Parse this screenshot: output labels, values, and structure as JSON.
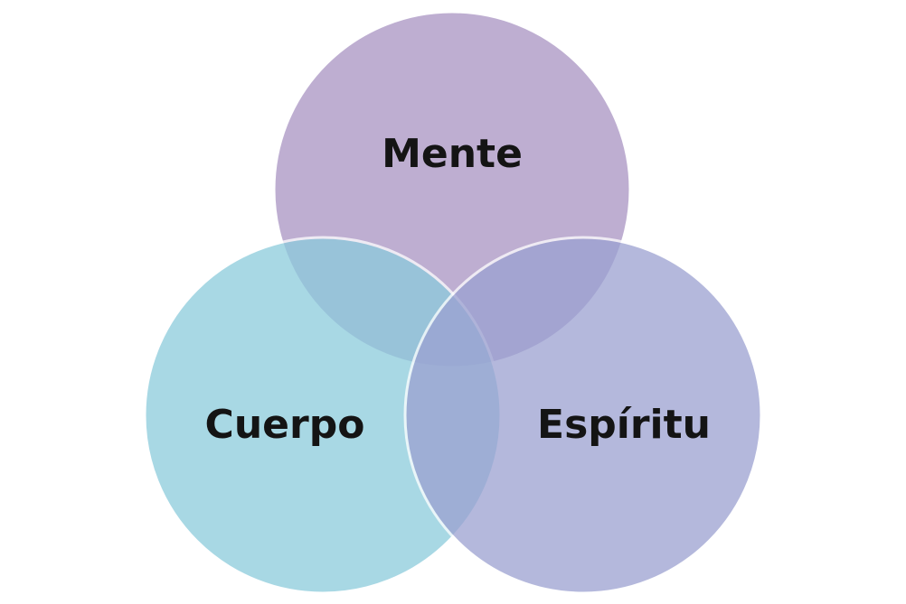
{
  "diagram": {
    "type": "venn",
    "circles": [
      {
        "id": "mente",
        "label": "Mente",
        "color": "#b7a6cd"
      },
      {
        "id": "cuerpo",
        "label": "Cuerpo",
        "color": "#8ccbdc"
      },
      {
        "id": "espiritu",
        "label": "Espíritu",
        "color": "#9ba1d1"
      }
    ],
    "outline_color": "#ffffff"
  }
}
